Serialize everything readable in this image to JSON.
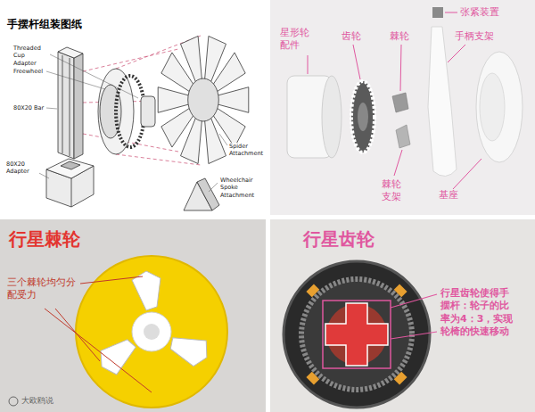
{
  "diagram": {
    "labels": [
      "手摆杆组装图纸",
      "Threaded Cup Adapter",
      "Freewheel",
      "80X20 Bar",
      "80X20 Adapter",
      "Spider Attachment",
      "Wheelchair Spoke Attachment",
      "星形轮配件",
      "齿轮",
      "棘轮",
      "张紧装置",
      "手柄支架",
      "棘轮支架",
      "基座",
      "行星棘轮",
      "三个棘轮均匀分配受力",
      "行星齿轮",
      "行星齿轮使得手摆杆：轮子的比率为4：3，实现轮椅的快速移动",
      "大欧鸥说"
    ]
  }
}
